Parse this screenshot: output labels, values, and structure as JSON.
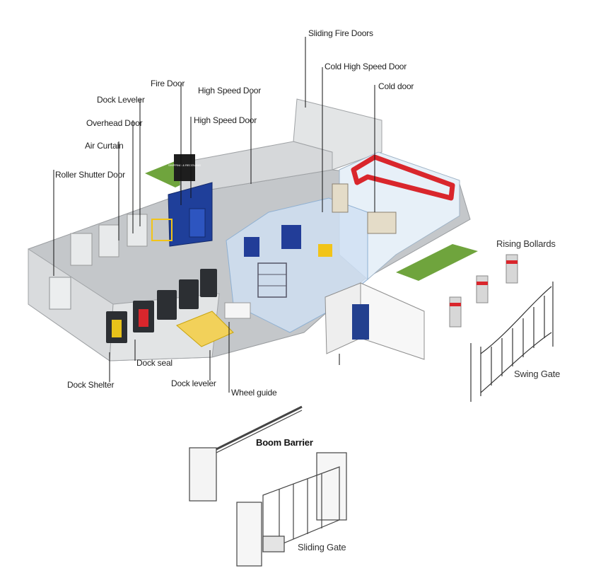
{
  "labels": {
    "sliding_fire_doors": "Sliding Fire Doors",
    "cold_high_speed_door": "Cold High Speed Door",
    "cold_door": "Cold door",
    "high_speed_door_1": "High Speed Door",
    "high_speed_door_2": "High Speed Door",
    "fire_door": "Fire Door",
    "dock_leveler_top": "Dock Leveler",
    "overhead_door": "Overhead Door",
    "air_curtain": "Air Curtain",
    "roller_shutter_door": "Roller Shutter Door",
    "rising_bollards": "Rising Bollards",
    "swing_gate": "Swing Gate",
    "dock_shelter": "Dock Shelter",
    "dock_seal": "Dock seal",
    "dock_leveler_bottom": "Dock leveler",
    "wheel_guide": "Wheel guide",
    "boom_barrier": "Boom Barrier",
    "sliding_gate": "Sliding Gate"
  },
  "signage": {
    "shipping_sign": "SHIPPING & RECEIVING"
  },
  "colors": {
    "wall_grey": "#cfd2d4",
    "floor_grey": "#b9bcbf",
    "cold_blue": "#dbe9f6",
    "fire_door_blue": "#1f3f9a",
    "pipe_red": "#d9262c",
    "grass": "#6fa43d",
    "dock_dark": "#2c2f33",
    "safety_yellow": "#f2c418"
  }
}
